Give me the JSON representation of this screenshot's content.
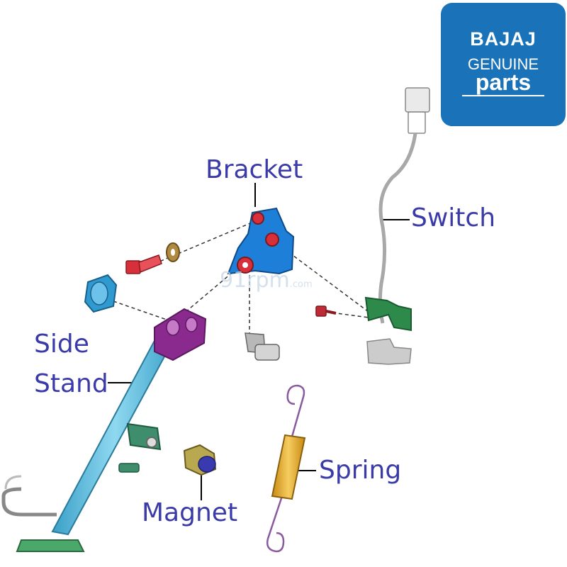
{
  "labels": {
    "bracket": "Bracket",
    "switch": "Switch",
    "side_line1": "Side",
    "side_line2": "Stand",
    "spring": "Spring",
    "magnet": "Magnet"
  },
  "logo": {
    "brand": "BAJAJ",
    "line2": "GENUINE",
    "line3": "parts"
  },
  "watermark": {
    "main": "91rpm",
    "suffix": ".com"
  },
  "colors": {
    "label_text": "#3a3aa8",
    "logo_bg": "#1a73b8",
    "bracket": "#1e7fd8",
    "side_stand": "#5cc0e0",
    "pivot": "#8a2a8e",
    "bolt_red": "#d8303a",
    "switch_bracket": "#2e8a4a",
    "spring_body": "#e0a020"
  }
}
